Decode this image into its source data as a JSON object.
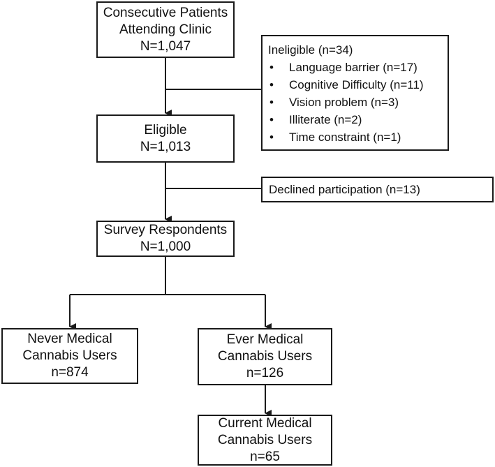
{
  "boxes": {
    "consecutive": {
      "lines": [
        "Consecutive Patients",
        "Attending Clinic",
        "N=1,047"
      ]
    },
    "eligible": {
      "lines": [
        "Eligible",
        "N=1,013"
      ]
    },
    "respondents": {
      "lines": [
        "Survey Respondents",
        "N=1,000"
      ]
    },
    "never_users": {
      "lines": [
        "Never Medical",
        "Cannabis Users",
        "n=874"
      ]
    },
    "ever_users": {
      "lines": [
        "Ever Medical",
        "Cannabis Users",
        "n=126"
      ]
    },
    "current_users": {
      "lines": [
        "Current Medical",
        "Cannabis Users",
        "n=65"
      ]
    }
  },
  "ineligible": {
    "title": "Ineligible (n=34)",
    "reasons": [
      "Language barrier (n=17)",
      "Cognitive Difficulty (n=11)",
      "Vision problem (n=3)",
      "Illiterate (n=2)",
      "Time constraint (n=1)"
    ]
  },
  "declined": {
    "label": "Declined participation (n=13)"
  }
}
